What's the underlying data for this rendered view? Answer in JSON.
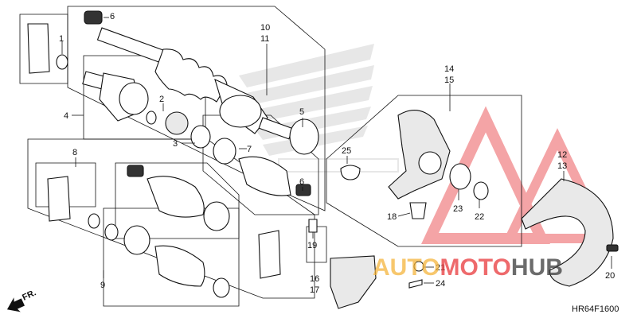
{
  "diagram": {
    "code": "HR64F1600",
    "direction_label": "FR.",
    "callouts": {
      "c1": "1",
      "c2": "2",
      "c3": "3",
      "c4": "4",
      "c5": "5",
      "c6a": "6",
      "c6b": "6",
      "c7": "7",
      "c8": "8",
      "c9": "9",
      "c10": "10",
      "c11": "11",
      "c12": "12",
      "c13": "13",
      "c14": "14",
      "c15": "15",
      "c16": "16",
      "c17": "17",
      "c18": "18",
      "c19": "19",
      "c20": "20",
      "c21": "21",
      "c22": "22",
      "c23": "23",
      "c24": "24",
      "c25": "25"
    }
  },
  "watermark": {
    "part1": "AUTO",
    "part2": "MOTO",
    "part3": "HUB",
    "colors": {
      "auto": "#f4b43c",
      "moto": "#e8383b",
      "hub": "#3a3a3a",
      "triangle": "#e8383b"
    }
  }
}
